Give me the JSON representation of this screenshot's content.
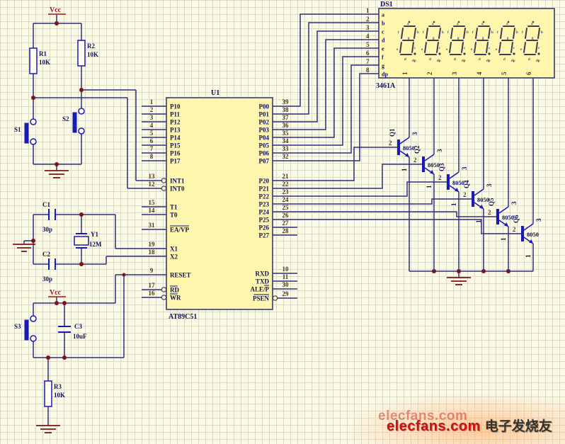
{
  "colors": {
    "background": "#fbfbe6",
    "wire": "#30307e",
    "component_blue": "#1a1ab8",
    "junction": "#7c1414",
    "power": "#a01818",
    "designator_text": "#10105e",
    "pin_number_text": "#4a3414",
    "chip_fill": "#fdf6ac",
    "watermark_red": "#c41414"
  },
  "power": {
    "vcc": "Vcc"
  },
  "chip": {
    "ref": "U1",
    "part": "AT89C51",
    "left_pins": [
      {
        "num": "1",
        "name": "P10"
      },
      {
        "num": "2",
        "name": "P11"
      },
      {
        "num": "3",
        "name": "P12"
      },
      {
        "num": "4",
        "name": "P13"
      },
      {
        "num": "5",
        "name": "P14"
      },
      {
        "num": "6",
        "name": "P15"
      },
      {
        "num": "7",
        "name": "P16"
      },
      {
        "num": "8",
        "name": "P17"
      },
      {
        "num": "13",
        "name": "INT1",
        "bubble": true
      },
      {
        "num": "12",
        "name": "INT0",
        "bubble": true
      },
      {
        "num": "15",
        "name": "T1"
      },
      {
        "num": "14",
        "name": "T0"
      },
      {
        "num": "31",
        "name": "EA/VP",
        "over": true
      },
      {
        "num": "19",
        "name": "X1"
      },
      {
        "num": "18",
        "name": "X2"
      },
      {
        "num": "9",
        "name": "RESET"
      },
      {
        "num": "17",
        "name": "RD",
        "bubble": true,
        "over": true
      },
      {
        "num": "16",
        "name": "WR",
        "bubble": true,
        "over": true
      }
    ],
    "right_pins": [
      {
        "num": "39",
        "name": "P00"
      },
      {
        "num": "38",
        "name": "P01"
      },
      {
        "num": "37",
        "name": "P02"
      },
      {
        "num": "36",
        "name": "P03"
      },
      {
        "num": "35",
        "name": "P04"
      },
      {
        "num": "34",
        "name": "P05"
      },
      {
        "num": "33",
        "name": "P06"
      },
      {
        "num": "32",
        "name": "P07"
      },
      {
        "num": "21",
        "name": "P20"
      },
      {
        "num": "22",
        "name": "P21"
      },
      {
        "num": "23",
        "name": "P22"
      },
      {
        "num": "24",
        "name": "P23"
      },
      {
        "num": "25",
        "name": "P24"
      },
      {
        "num": "26",
        "name": "P25"
      },
      {
        "num": "27",
        "name": "P26"
      },
      {
        "num": "28",
        "name": "P27"
      },
      {
        "num": "10",
        "name": "RXD"
      },
      {
        "num": "11",
        "name": "TXD"
      },
      {
        "num": "30",
        "name": "ALE/P",
        "over": true
      },
      {
        "num": "29",
        "name": "PSEN",
        "bubble": true,
        "over": true
      }
    ]
  },
  "display": {
    "ref": "DS1",
    "part": "3461A",
    "pin_numbers": [
      "1",
      "2",
      "3",
      "4",
      "5",
      "6",
      "7",
      "8"
    ],
    "segment_letters": [
      "a",
      "b",
      "c",
      "d",
      "e",
      "f",
      "g",
      "dp"
    ],
    "digit_pins": [
      "1",
      "2",
      "3",
      "4",
      "5",
      "6"
    ]
  },
  "transistors": [
    {
      "ref": "Q1",
      "part": "8050",
      "base_pin": "2",
      "collector_pin": "3",
      "emitter_pin": "1"
    },
    {
      "ref": "Q2",
      "part": "8050",
      "base_pin": "2",
      "collector_pin": "3",
      "emitter_pin": "1"
    },
    {
      "ref": "Q3",
      "part": "8050",
      "base_pin": "2",
      "collector_pin": "3",
      "emitter_pin": "1"
    },
    {
      "ref": "Q4",
      "part": "8050",
      "base_pin": "2",
      "collector_pin": "3",
      "emitter_pin": "1"
    },
    {
      "ref": "Q5",
      "part": "8050",
      "base_pin": "2",
      "collector_pin": "3",
      "emitter_pin": "1"
    },
    {
      "ref": "Q6",
      "part": "8050",
      "base_pin": "2",
      "collector_pin": "3",
      "emitter_pin": "1"
    }
  ],
  "resistors": [
    {
      "ref": "R1",
      "value": "10K"
    },
    {
      "ref": "R2",
      "value": "10K"
    },
    {
      "ref": "R3",
      "value": "10K"
    }
  ],
  "capacitors": [
    {
      "ref": "C1",
      "value": "30p"
    },
    {
      "ref": "C2",
      "value": "30p"
    },
    {
      "ref": "C3",
      "value": "10uF"
    }
  ],
  "crystal": {
    "ref": "Y1",
    "value": "12M"
  },
  "switches": [
    {
      "ref": "S1"
    },
    {
      "ref": "S2"
    },
    {
      "ref": "S3"
    }
  ],
  "watermark": {
    "site": "elecfans.com",
    "cn": "电子发烧友"
  }
}
